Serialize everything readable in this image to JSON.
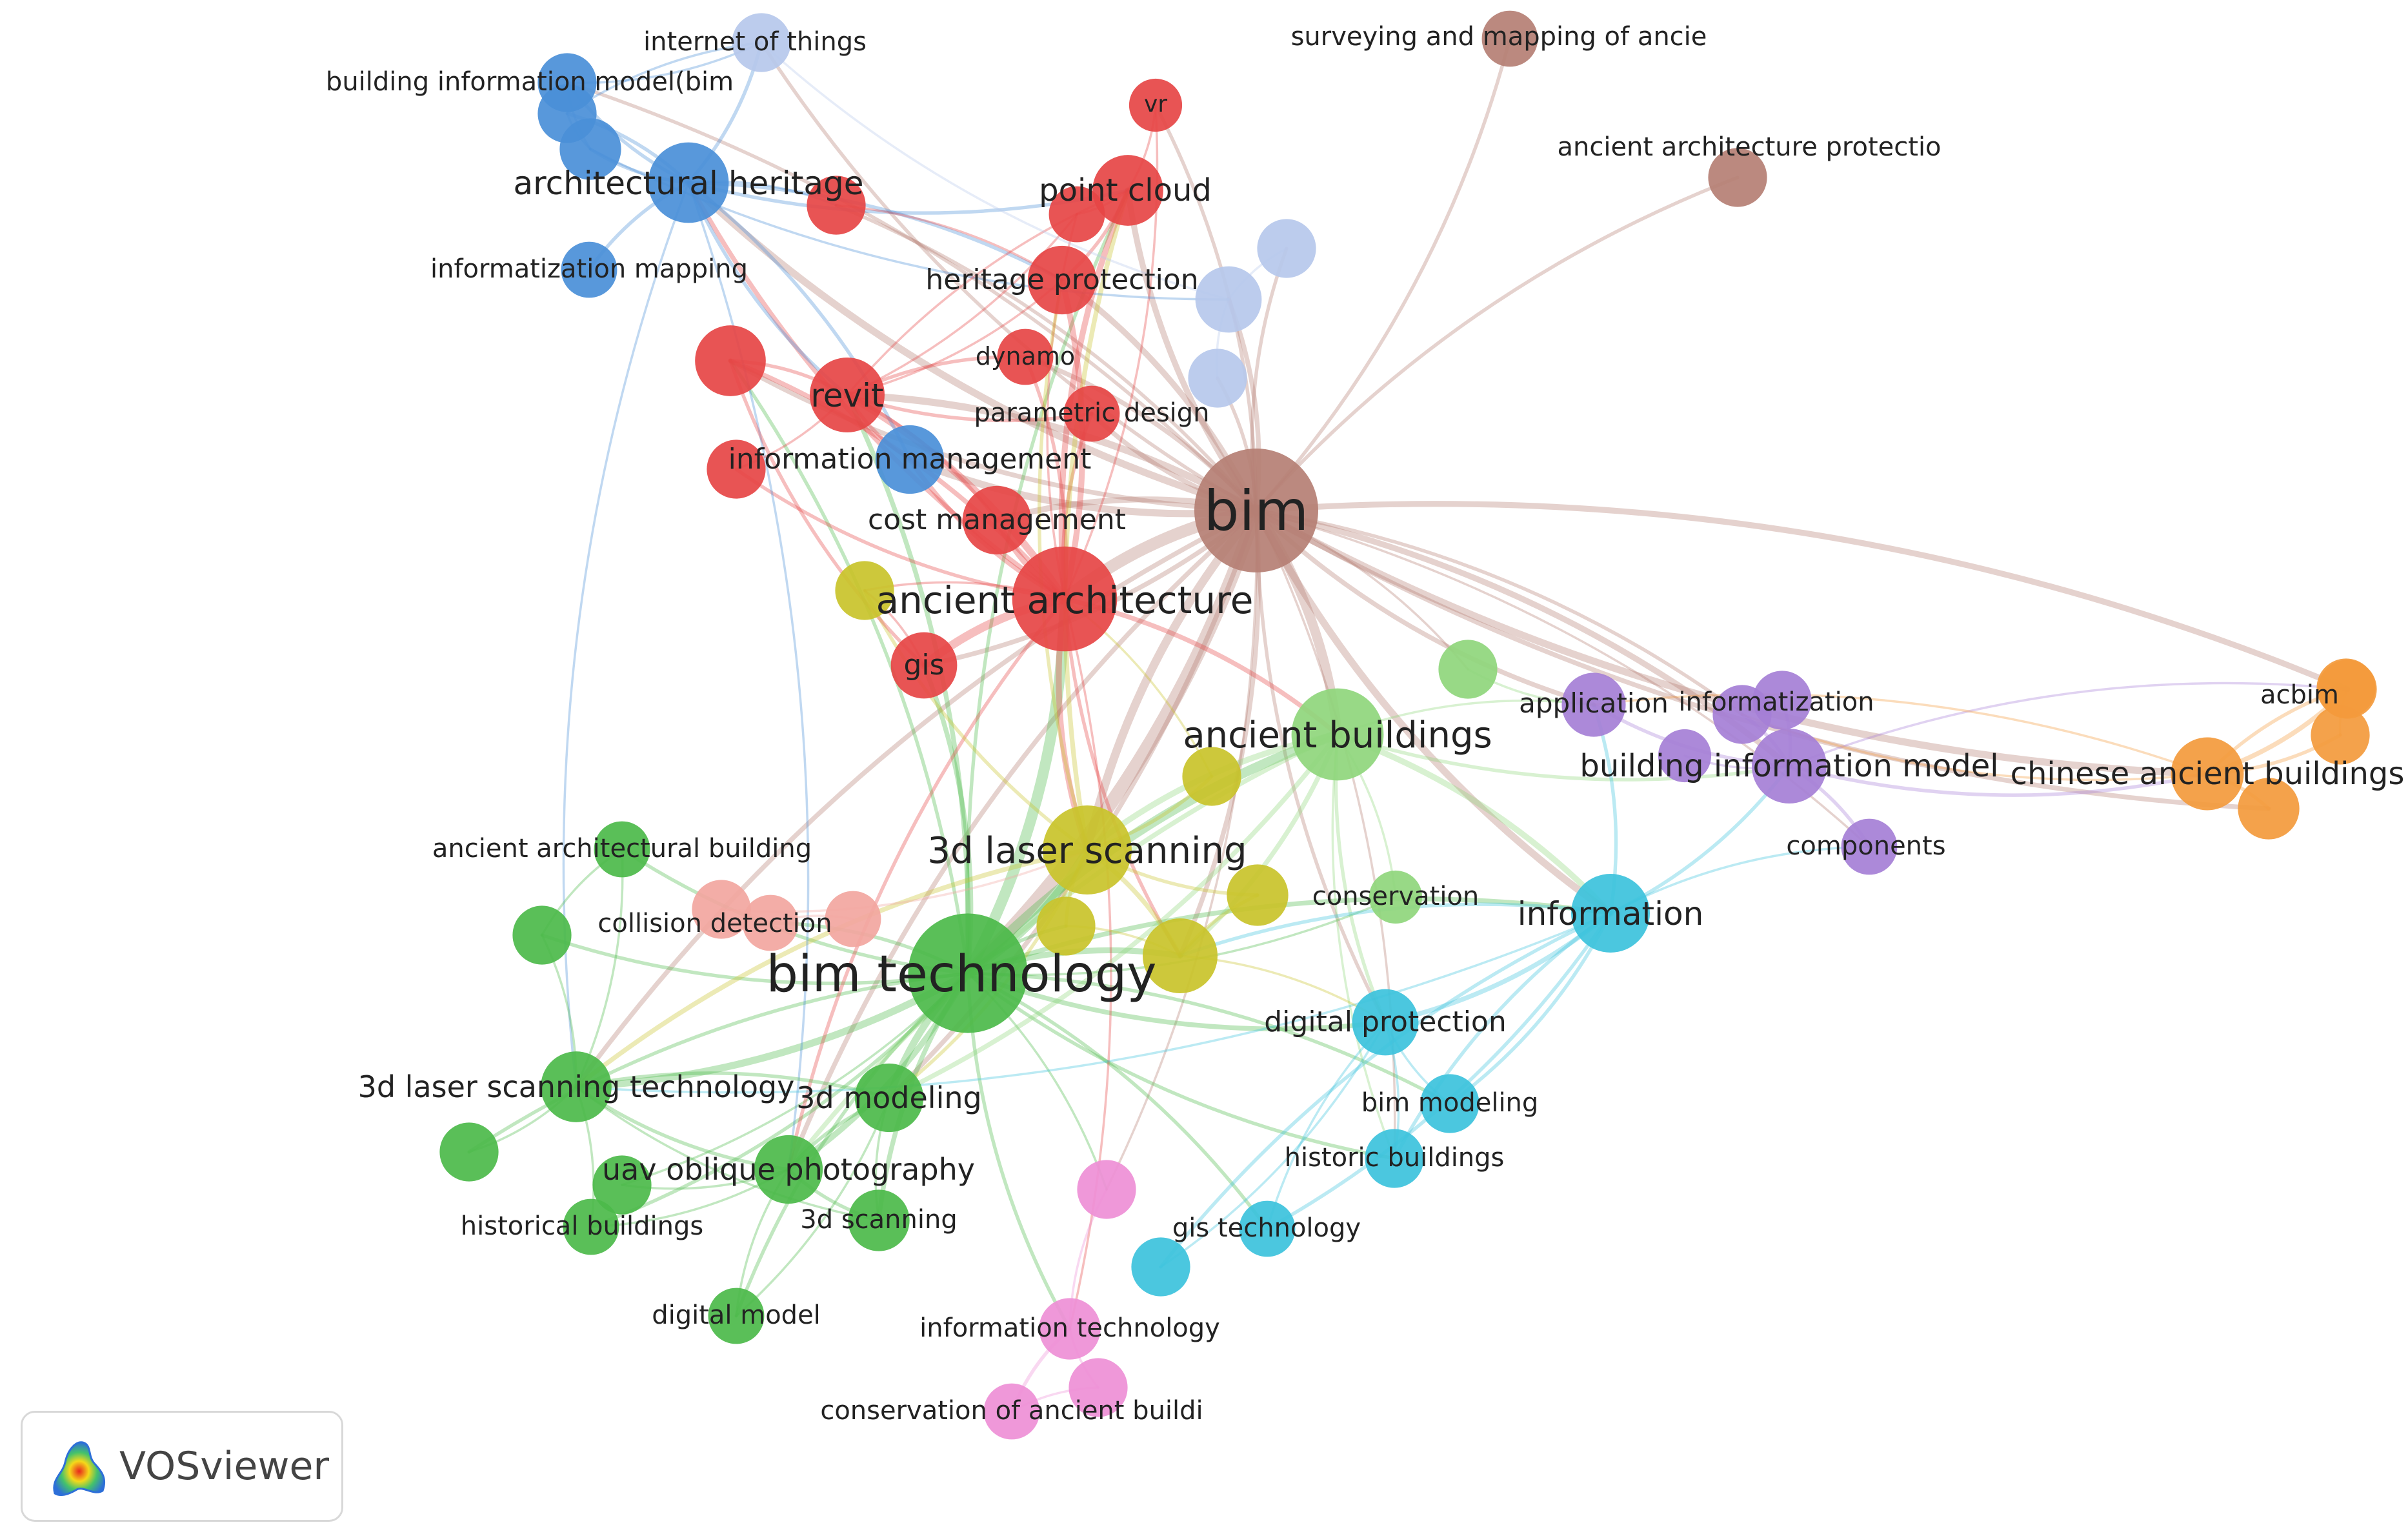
{
  "app": {
    "brand": "VOSviewer",
    "brand_logo": "vosviewer-density-logo"
  },
  "clusters": {
    "red": "#e64545",
    "green": "#4cba4a",
    "blue": "#4a8fd8",
    "yellow": "#c9c32a",
    "purple": "#a57fd6",
    "cyan": "#3cc2dc",
    "orange": "#f39a3c",
    "brown": "#b57f74",
    "pink": "#ee8fd6",
    "lightblue": "#b6c8ec",
    "salmon": "#f2a6a0",
    "lightgreen": "#8fd67c"
  },
  "nodes": [
    {
      "id": "bim",
      "label": "bim",
      "cluster": "brown",
      "weight": 100
    },
    {
      "id": "bimtech",
      "label": "bim technology",
      "cluster": "green",
      "weight": 92
    },
    {
      "id": "ancarch",
      "label": "ancient architecture",
      "cluster": "red",
      "weight": 68
    },
    {
      "id": "ancbuild",
      "label": "ancient buildings",
      "cluster": "lightgreen",
      "weight": 50
    },
    {
      "id": "laser",
      "label": "3d laser scanning",
      "cluster": "yellow",
      "weight": 46
    },
    {
      "id": "archher",
      "label": "architectural heritage",
      "cluster": "blue",
      "weight": 36
    },
    {
      "id": "info",
      "label": "information",
      "cluster": "cyan",
      "weight": 34
    },
    {
      "id": "bimodel",
      "label": "building information model",
      "cluster": "purple",
      "weight": 30
    },
    {
      "id": "chinese",
      "label": "chinese ancient buildings",
      "cluster": "orange",
      "weight": 28
    },
    {
      "id": "revit",
      "label": "revit",
      "cluster": "red",
      "weight": 30
    },
    {
      "id": "pcloud",
      "label": "point cloud",
      "cluster": "red",
      "weight": 26
    },
    {
      "id": "heritage",
      "label": "heritage protection",
      "cluster": "red",
      "weight": 24
    },
    {
      "id": "infomgmt",
      "label": "information management",
      "cluster": "blue",
      "weight": 24
    },
    {
      "id": "cost",
      "label": "cost management",
      "cluster": "red",
      "weight": 24
    },
    {
      "id": "gis",
      "label": "gis",
      "cluster": "red",
      "weight": 22
    },
    {
      "id": "dynamo",
      "label": "dynamo",
      "cluster": "red",
      "weight": 14
    },
    {
      "id": "param",
      "label": "parametric design",
      "cluster": "red",
      "weight": 14
    },
    {
      "id": "vr",
      "label": "vr",
      "cluster": "red",
      "weight": 12
    },
    {
      "id": "red1",
      "label": "",
      "cluster": "red",
      "weight": 26
    },
    {
      "id": "red2",
      "label": "",
      "cluster": "red",
      "weight": 16
    },
    {
      "id": "red3",
      "label": "",
      "cluster": "red",
      "weight": 16
    },
    {
      "id": "red4",
      "label": "",
      "cluster": "red",
      "weight": 14
    },
    {
      "id": "iot",
      "label": "internet of things",
      "cluster": "lightblue",
      "weight": 16
    },
    {
      "id": "bimbim",
      "label": "building information model(bim",
      "cluster": "blue",
      "weight": 16
    },
    {
      "id": "infomap",
      "label": "informatization mapping",
      "cluster": "blue",
      "weight": 14
    },
    {
      "id": "blue1",
      "label": "",
      "cluster": "blue",
      "weight": 16
    },
    {
      "id": "blue2",
      "label": "",
      "cluster": "blue",
      "weight": 18
    },
    {
      "id": "lb1",
      "label": "",
      "cluster": "lightblue",
      "weight": 22
    },
    {
      "id": "lb2",
      "label": "",
      "cluster": "lightblue",
      "weight": 16
    },
    {
      "id": "lb3",
      "label": "",
      "cluster": "lightblue",
      "weight": 16
    },
    {
      "id": "survey",
      "label": "surveying and mapping of ancie",
      "cluster": "brown",
      "weight": 14
    },
    {
      "id": "ancprot",
      "label": "ancient architecture protectio",
      "cluster": "brown",
      "weight": 16
    },
    {
      "id": "application",
      "label": "application",
      "cluster": "purple",
      "weight": 20
    },
    {
      "id": "informatization",
      "label": "informatization",
      "cluster": "purple",
      "weight": 16
    },
    {
      "id": "components",
      "label": "components",
      "cluster": "purple",
      "weight": 14
    },
    {
      "id": "pur1",
      "label": "",
      "cluster": "purple",
      "weight": 16
    },
    {
      "id": "pur2",
      "label": "",
      "cluster": "purple",
      "weight": 12
    },
    {
      "id": "acbim",
      "label": "acbim",
      "cluster": "orange",
      "weight": 16
    },
    {
      "id": "or1",
      "label": "",
      "cluster": "orange",
      "weight": 16
    },
    {
      "id": "or2",
      "label": "",
      "cluster": "orange",
      "weight": 16
    },
    {
      "id": "or3",
      "label": "",
      "cluster": "orange",
      "weight": 18
    },
    {
      "id": "ancarchbuild",
      "label": "ancient architectural building",
      "cluster": "green",
      "weight": 14
    },
    {
      "id": "collision",
      "label": "collision detection",
      "cluster": "salmon",
      "weight": 14
    },
    {
      "id": "sal1",
      "label": "",
      "cluster": "salmon",
      "weight": 16
    },
    {
      "id": "sal2",
      "label": "",
      "cluster": "salmon",
      "weight": 14
    },
    {
      "id": "conservation",
      "label": "conservation",
      "cluster": "lightgreen",
      "weight": 12
    },
    {
      "id": "lg1",
      "label": "",
      "cluster": "lightgreen",
      "weight": 16
    },
    {
      "id": "digprot",
      "label": "digital protection",
      "cluster": "cyan",
      "weight": 22
    },
    {
      "id": "bimmodeling",
      "label": "bim modeling",
      "cluster": "cyan",
      "weight": 16
    },
    {
      "id": "historic",
      "label": "historic buildings",
      "cluster": "cyan",
      "weight": 16
    },
    {
      "id": "gistech",
      "label": "gis technology",
      "cluster": "cyan",
      "weight": 14
    },
    {
      "id": "cy1",
      "label": "",
      "cluster": "cyan",
      "weight": 16
    },
    {
      "id": "laser3dtech",
      "label": "3d laser scanning technology",
      "cluster": "green",
      "weight": 26
    },
    {
      "id": "modeling3d",
      "label": "3d modeling",
      "cluster": "green",
      "weight": 24
    },
    {
      "id": "uav",
      "label": "uav oblique photography",
      "cluster": "green",
      "weight": 24
    },
    {
      "id": "histbuild",
      "label": "historical buildings",
      "cluster": "green",
      "weight": 14
    },
    {
      "id": "scan3d",
      "label": "3d scanning",
      "cluster": "green",
      "weight": 18
    },
    {
      "id": "digmodel",
      "label": "digital model",
      "cluster": "green",
      "weight": 14
    },
    {
      "id": "gr1",
      "label": "",
      "cluster": "green",
      "weight": 16
    },
    {
      "id": "gr2",
      "label": "",
      "cluster": "green",
      "weight": 16
    },
    {
      "id": "gr3",
      "label": "",
      "cluster": "green",
      "weight": 16
    },
    {
      "id": "infotech",
      "label": "information technology",
      "cluster": "pink",
      "weight": 18
    },
    {
      "id": "consanc",
      "label": "conservation of ancient buildi",
      "cluster": "pink",
      "weight": 14
    },
    {
      "id": "pk1",
      "label": "",
      "cluster": "pink",
      "weight": 16
    },
    {
      "id": "pk2",
      "label": "",
      "cluster": "pink",
      "weight": 16
    },
    {
      "id": "yel1",
      "label": "",
      "cluster": "yellow",
      "weight": 30
    },
    {
      "id": "yel2",
      "label": "",
      "cluster": "yellow",
      "weight": 16
    },
    {
      "id": "yel3",
      "label": "",
      "cluster": "yellow",
      "weight": 16
    },
    {
      "id": "yel4",
      "label": "",
      "cluster": "yellow",
      "weight": 18
    },
    {
      "id": "yel5",
      "label": "",
      "cluster": "yellow",
      "weight": 16
    }
  ],
  "links": [
    [
      "bim",
      "bimtech",
      10
    ],
    [
      "bim",
      "ancarch",
      9
    ],
    [
      "bim",
      "ancbuild",
      7
    ],
    [
      "bim",
      "laser",
      6
    ],
    [
      "bim",
      "archher",
      5
    ],
    [
      "bim",
      "info",
      5
    ],
    [
      "bim",
      "bimodel",
      4
    ],
    [
      "bim",
      "chinese",
      5
    ],
    [
      "bim",
      "acbim",
      4
    ],
    [
      "bim",
      "revit",
      5
    ],
    [
      "bim",
      "pcloud",
      4
    ],
    [
      "bim",
      "heritage",
      4
    ],
    [
      "bim",
      "infomgmt",
      5
    ],
    [
      "bim",
      "cost",
      4
    ],
    [
      "bim",
      "gis",
      3
    ],
    [
      "bim",
      "dynamo",
      3
    ],
    [
      "bim",
      "param",
      3
    ],
    [
      "bim",
      "survey",
      2
    ],
    [
      "bim",
      "ancprot",
      2
    ],
    [
      "bim",
      "application",
      3
    ],
    [
      "bim",
      "informatization",
      2
    ],
    [
      "bim",
      "lb1",
      3
    ],
    [
      "bim",
      "lb2",
      2
    ],
    [
      "bim",
      "lb3",
      2
    ],
    [
      "bim",
      "iot",
      2
    ],
    [
      "bim",
      "bimbim",
      2
    ],
    [
      "bim",
      "yel1",
      3
    ],
    [
      "bim",
      "digprot",
      2
    ],
    [
      "bim",
      "historic",
      1
    ],
    [
      "bim",
      "uav",
      3
    ],
    [
      "bim",
      "modeling3d",
      3
    ],
    [
      "bim",
      "laser3dtech",
      3
    ],
    [
      "bim",
      "components",
      1
    ],
    [
      "bim",
      "or3",
      3
    ],
    [
      "bim",
      "pk1",
      1
    ],
    [
      "bim",
      "vr",
      2
    ],
    [
      "bim",
      "red1",
      3
    ],
    [
      "bim",
      "red2",
      2
    ],
    [
      "bim",
      "lg1",
      1
    ],
    [
      "bimtech",
      "ancarch",
      8
    ],
    [
      "bimtech",
      "ancbuild",
      7
    ],
    [
      "bimtech",
      "laser",
      6
    ],
    [
      "bimtech",
      "laser3dtech",
      5
    ],
    [
      "bimtech",
      "modeling3d",
      5
    ],
    [
      "bimtech",
      "uav",
      4
    ],
    [
      "bimtech",
      "scan3d",
      3
    ],
    [
      "bimtech",
      "histbuild",
      2
    ],
    [
      "bimtech",
      "digmodel",
      2
    ],
    [
      "bimtech",
      "info",
      3
    ],
    [
      "bimtech",
      "digprot",
      3
    ],
    [
      "bimtech",
      "yel1",
      4
    ],
    [
      "bimtech",
      "gis",
      3
    ],
    [
      "bimtech",
      "ancarchbuild",
      2
    ],
    [
      "bimtech",
      "collision",
      2
    ],
    [
      "bimtech",
      "gr1",
      2
    ],
    [
      "bimtech",
      "gr2",
      2
    ],
    [
      "bimtech",
      "gr3",
      1
    ],
    [
      "bimtech",
      "infotech",
      2
    ],
    [
      "bimtech",
      "gistech",
      2
    ],
    [
      "bimtech",
      "historic",
      2
    ],
    [
      "bimtech",
      "bimmodeling",
      2
    ],
    [
      "bimtech",
      "revit",
      3
    ],
    [
      "bimtech",
      "pcloud",
      2
    ],
    [
      "bimtech",
      "conservation",
      1
    ],
    [
      "bimtech",
      "pk1",
      1
    ],
    [
      "bimtech",
      "red1",
      2
    ],
    [
      "bimtech",
      "yel2",
      2
    ],
    [
      "ancarch",
      "revit",
      5
    ],
    [
      "ancarch",
      "pcloud",
      4
    ],
    [
      "ancarch",
      "heritage",
      4
    ],
    [
      "ancarch",
      "cost",
      4
    ],
    [
      "ancarch",
      "gis",
      6
    ],
    [
      "ancarch",
      "infomgmt",
      3
    ],
    [
      "ancarch",
      "dynamo",
      2
    ],
    [
      "ancarch",
      "param",
      2
    ],
    [
      "ancarch",
      "laser",
      4
    ],
    [
      "ancarch",
      "archher",
      3
    ],
    [
      "ancarch",
      "red1",
      3
    ],
    [
      "ancarch",
      "red3",
      2
    ],
    [
      "ancarch",
      "yel1",
      2
    ],
    [
      "ancarch",
      "ancbuild",
      3
    ],
    [
      "ancarch",
      "uav",
      2
    ],
    [
      "ancarch",
      "infotech",
      1
    ],
    [
      "ancarch",
      "vr",
      1
    ],
    [
      "ancarch",
      "red4",
      1
    ],
    [
      "ancarch",
      "yel3",
      1
    ],
    [
      "ancbuild",
      "info",
      4
    ],
    [
      "ancbuild",
      "laser",
      4
    ],
    [
      "ancbuild",
      "yel1",
      3
    ],
    [
      "ancbuild",
      "digprot",
      2
    ],
    [
      "ancbuild",
      "modeling3d",
      3
    ],
    [
      "ancbuild",
      "uav",
      3
    ],
    [
      "ancbuild",
      "conservation",
      1
    ],
    [
      "ancbuild",
      "bimodel",
      2
    ],
    [
      "ancbuild",
      "application",
      1
    ],
    [
      "ancbuild",
      "historic",
      1
    ],
    [
      "laser",
      "yel1",
      3
    ],
    [
      "laser",
      "yel2",
      2
    ],
    [
      "laser",
      "yel3",
      2
    ],
    [
      "laser",
      "yel4",
      2
    ],
    [
      "laser",
      "pcloud",
      3
    ],
    [
      "laser",
      "laser3dtech",
      3
    ],
    [
      "laser",
      "modeling3d",
      2
    ],
    [
      "laser",
      "yel5",
      2
    ],
    [
      "laser",
      "heritage",
      2
    ],
    [
      "archher",
      "blue1",
      2
    ],
    [
      "archher",
      "blue2",
      2
    ],
    [
      "archher",
      "iot",
      2
    ],
    [
      "archher",
      "bimbim",
      2
    ],
    [
      "archher",
      "infomap",
      2
    ],
    [
      "archher",
      "infomgmt",
      2
    ],
    [
      "archher",
      "revit",
      2
    ],
    [
      "archher",
      "heritage",
      2
    ],
    [
      "archher",
      "pcloud",
      2
    ],
    [
      "archher",
      "red2",
      1
    ],
    [
      "archher",
      "laser3dtech",
      1
    ],
    [
      "archher",
      "uav",
      1
    ],
    [
      "blue1",
      "blue2",
      1
    ],
    [
      "blue1",
      "iot",
      1
    ],
    [
      "bimbim",
      "iot",
      1
    ],
    [
      "blue2",
      "bimbim",
      1
    ],
    [
      "blue2",
      "lb1",
      1
    ],
    [
      "info",
      "digprot",
      3
    ],
    [
      "info",
      "bimodel",
      2
    ],
    [
      "info",
      "bimmodeling",
      2
    ],
    [
      "info",
      "historic",
      2
    ],
    [
      "info",
      "gistech",
      2
    ],
    [
      "info",
      "application",
      2
    ],
    [
      "info",
      "components",
      1
    ],
    [
      "info",
      "yel1",
      2
    ],
    [
      "info",
      "laser3dtech",
      1
    ],
    [
      "info",
      "cy1",
      2
    ],
    [
      "bimodel",
      "application",
      2
    ],
    [
      "bimodel",
      "informatization",
      2
    ],
    [
      "bimodel",
      "components",
      2
    ],
    [
      "bimodel",
      "pur1",
      2
    ],
    [
      "bimodel",
      "pur2",
      1
    ],
    [
      "bimodel",
      "chinese",
      2
    ],
    [
      "bimodel",
      "acbim",
      1
    ],
    [
      "chinese",
      "acbim",
      3
    ],
    [
      "chinese",
      "or1",
      2
    ],
    [
      "chinese",
      "or2",
      2
    ],
    [
      "chinese",
      "or3",
      2
    ],
    [
      "chinese",
      "application",
      1
    ],
    [
      "chinese",
      "informatization",
      1
    ],
    [
      "or1",
      "acbim",
      1
    ],
    [
      "or2",
      "acbim",
      1
    ],
    [
      "revit",
      "red1",
      2
    ],
    [
      "revit",
      "dynamo",
      2
    ],
    [
      "revit",
      "param",
      2
    ],
    [
      "revit",
      "cost",
      2
    ],
    [
      "revit",
      "infomgmt",
      2
    ],
    [
      "revit",
      "red3",
      1
    ],
    [
      "revit",
      "heritage",
      1
    ],
    [
      "revit",
      "pcloud",
      1
    ],
    [
      "revit",
      "red4",
      1
    ],
    [
      "pcloud",
      "heritage",
      2
    ],
    [
      "pcloud",
      "vr",
      1
    ],
    [
      "pcloud",
      "red4",
      1
    ],
    [
      "heritage",
      "red2",
      1
    ],
    [
      "gis",
      "red1",
      2
    ],
    [
      "gis",
      "yel3",
      1
    ],
    [
      "laser3dtech",
      "modeling3d",
      2
    ],
    [
      "laser3dtech",
      "uav",
      2
    ],
    [
      "laser3dtech",
      "histbuild",
      1
    ],
    [
      "laser3dtech",
      "gr1",
      1
    ],
    [
      "laser3dtech",
      "gr2",
      1
    ],
    [
      "laser3dtech",
      "scan3d",
      1
    ],
    [
      "uav",
      "modeling3d",
      2
    ],
    [
      "uav",
      "scan3d",
      2
    ],
    [
      "uav",
      "histbuild",
      1
    ],
    [
      "uav",
      "digmodel",
      1
    ],
    [
      "uav",
      "gr3",
      1
    ],
    [
      "modeling3d",
      "scan3d",
      1
    ],
    [
      "modeling3d",
      "digmodel",
      1
    ],
    [
      "ancarchbuild",
      "gr1",
      1
    ],
    [
      "ancarchbuild",
      "laser3dtech",
      1
    ],
    [
      "digprot",
      "bimmodeling",
      1
    ],
    [
      "digprot",
      "historic",
      1
    ],
    [
      "digprot",
      "gistech",
      1
    ],
    [
      "digprot",
      "cy1",
      1
    ],
    [
      "infotech",
      "consanc",
      2
    ],
    [
      "infotech",
      "pk1",
      1
    ],
    [
      "infotech",
      "pk2",
      1
    ],
    [
      "consanc",
      "pk2",
      1
    ],
    [
      "collision",
      "sal1",
      1
    ],
    [
      "collision",
      "sal2",
      1
    ],
    [
      "sal1",
      "laser",
      1
    ],
    [
      "yel1",
      "yel4",
      2
    ],
    [
      "yel1",
      "yel2",
      1
    ],
    [
      "yel1",
      "digprot",
      1
    ],
    [
      "yel5",
      "ancarch",
      1
    ],
    [
      "lb1",
      "lb2",
      1
    ],
    [
      "lb1",
      "lb3",
      1
    ],
    [
      "lb1",
      "iot",
      1
    ],
    [
      "lg1",
      "application",
      1
    ]
  ]
}
